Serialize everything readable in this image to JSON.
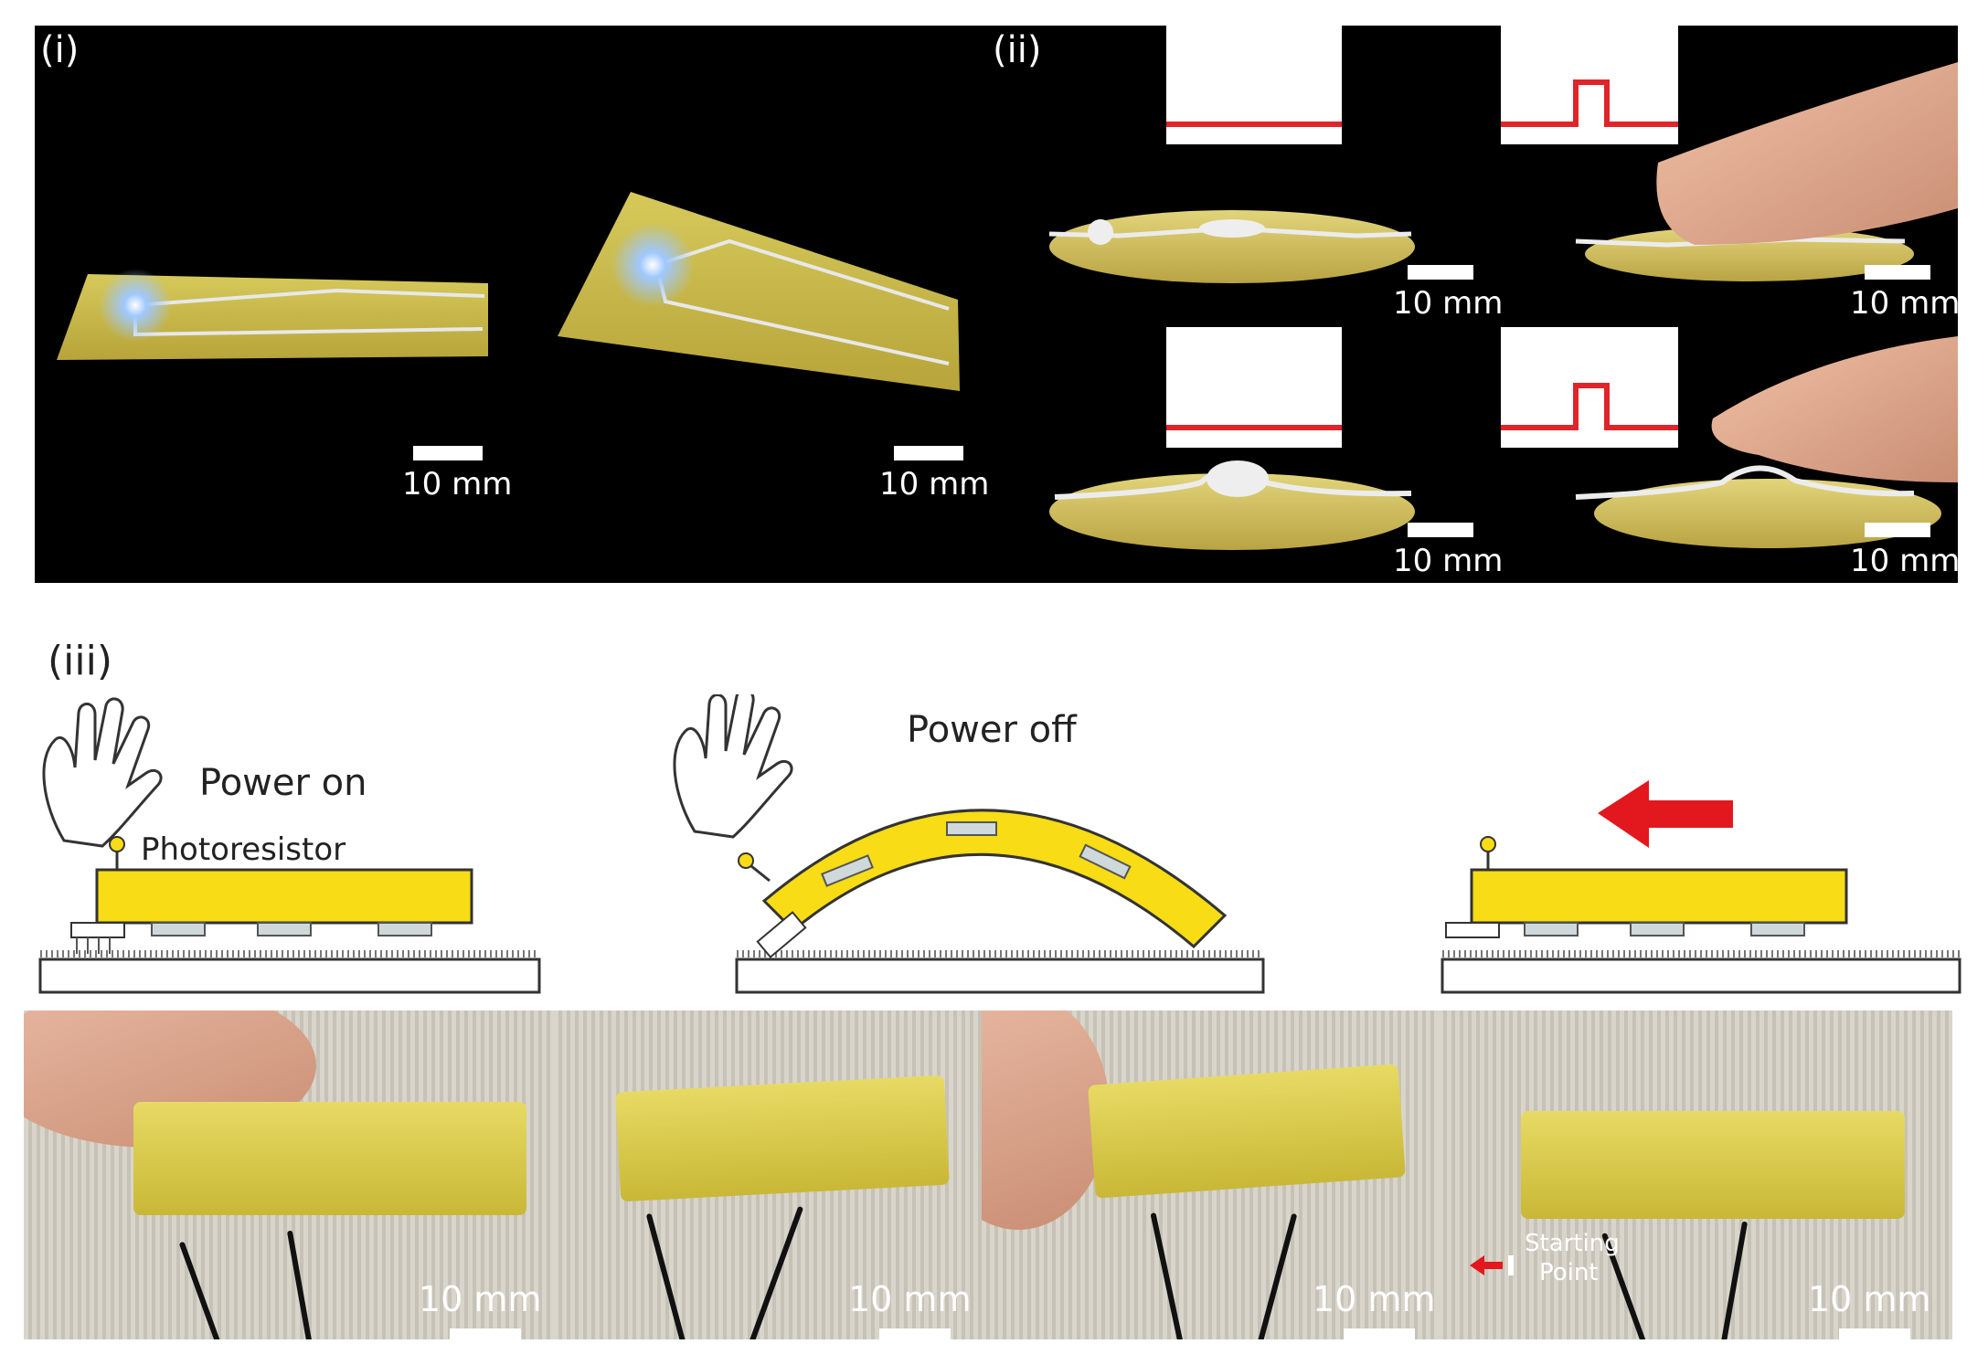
{
  "panels": {
    "i": {
      "label": "(i)"
    },
    "ii": {
      "label": "(ii)"
    },
    "iii": {
      "label": "(iii)"
    }
  },
  "scale_label": "10 mm",
  "diagram": {
    "power_on": "Power on",
    "photoresistor": "Photoresistor",
    "power_off": "Power off",
    "starting_point_line1": "Starting",
    "starting_point_line2": "Point"
  },
  "colors": {
    "background_dark": "#000000",
    "strip_yellow": "#f7dc16",
    "signal_red": "#e0242a",
    "arrow_red": "#e3171e"
  }
}
